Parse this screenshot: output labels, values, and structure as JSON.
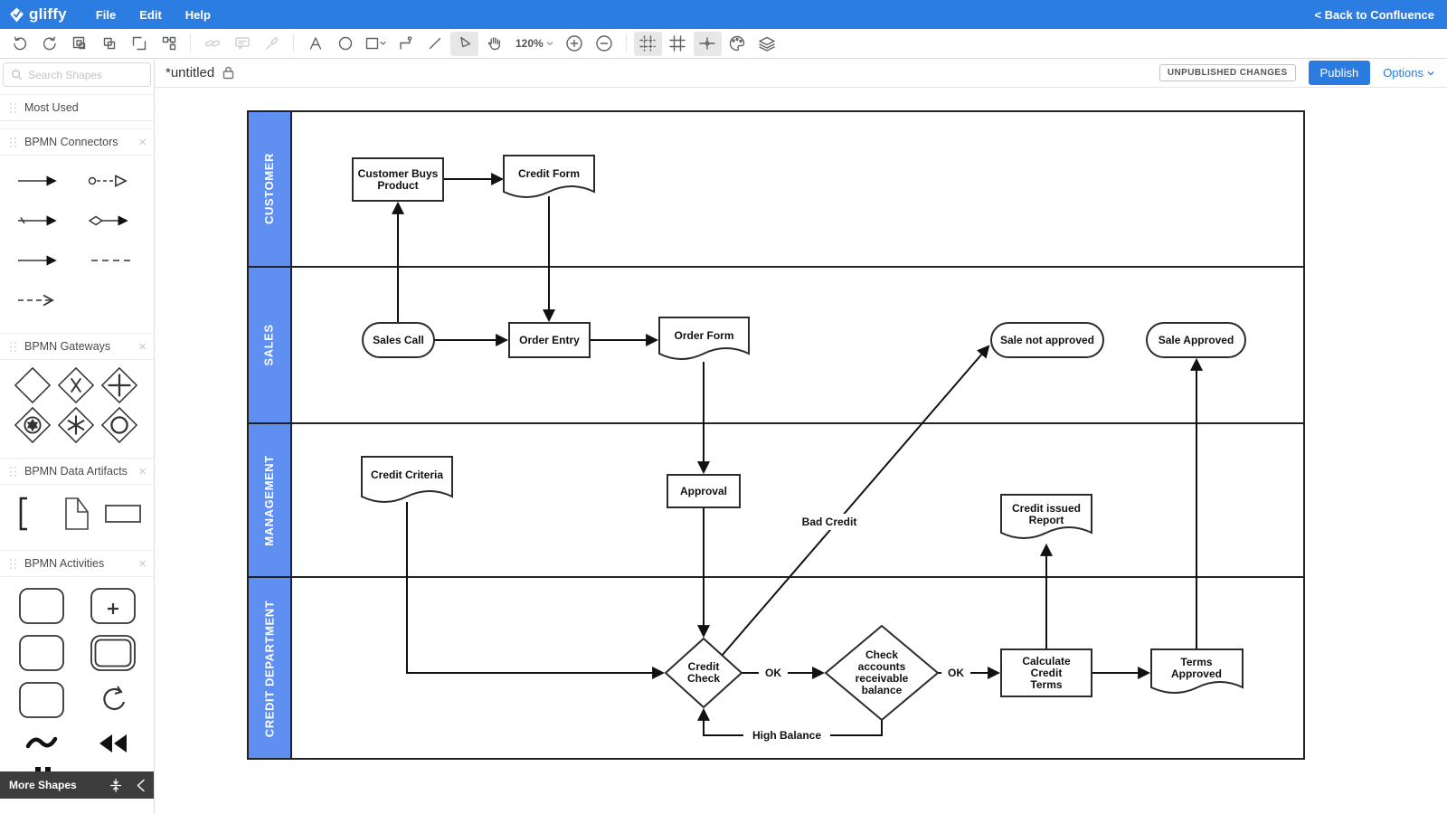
{
  "topbar": {
    "logo_text": "gliffy",
    "menus": [
      "File",
      "Edit",
      "Help"
    ],
    "back_link": "< Back to Confluence"
  },
  "toolbar": {
    "zoom_level": "120%",
    "icons": [
      "undo",
      "redo",
      "paste",
      "copy",
      "group",
      "ungroup",
      "link",
      "comment",
      "eyedropper",
      "text",
      "ellipse",
      "shape",
      "connector",
      "line",
      "select",
      "pan",
      "zoom-in",
      "zoom-out",
      "grid-dashed",
      "grid-solid",
      "snap",
      "theme",
      "layers"
    ],
    "active_tools": [
      "select",
      "grid-dashed",
      "snap"
    ]
  },
  "doc_header": {
    "title": "*untitled",
    "status_badge": "UNPUBLISHED CHANGES",
    "publish_label": "Publish",
    "options_label": "Options"
  },
  "sidebar": {
    "search_placeholder": "Search Shapes",
    "sections": {
      "most_used": "Most Used",
      "connectors": "BPMN Connectors",
      "gateways": "BPMN Gateways",
      "artifacts": "BPMN Data Artifacts",
      "activities": "BPMN Activities"
    },
    "more_shapes": "More Shapes"
  },
  "diagram": {
    "lanes": [
      "CUSTOMER",
      "SALES",
      "MANAGEMENT",
      "CREDIT DEPARTMENT"
    ],
    "nodes": {
      "customer_buys_product": "Customer Buys Product",
      "credit_form": "Credit Form",
      "sales_call": "Sales Call",
      "order_entry": "Order Entry",
      "order_form": "Order Form",
      "sale_not_approved": "Sale not approved",
      "sale_approved": "Sale Approved",
      "credit_criteria": "Credit Criteria",
      "approval": "Approval",
      "credit_issued_report": "Credit issued Report",
      "credit_check": "Credit Check",
      "check_accounts": "Check accounts receivable balance",
      "calculate_credit_terms": "Calculate Credit Terms",
      "terms_approved": "Terms Approved"
    },
    "edge_labels": {
      "ok_1": "OK",
      "ok_2": "OK",
      "bad_credit": "Bad Credit",
      "high_balance": "High Balance"
    }
  },
  "colors": {
    "topbar_blue": "#2b7de2",
    "lane_blue": "#5e8ff1",
    "publish_blue": "#2a7ce0",
    "shape_stroke": "#2b2b2b"
  }
}
